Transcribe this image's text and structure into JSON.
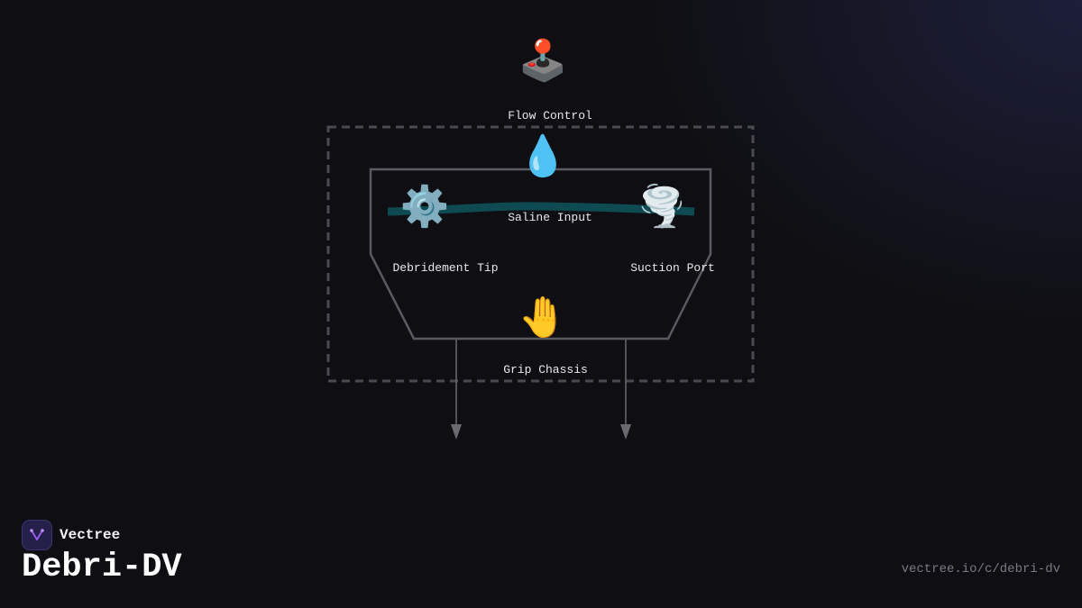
{
  "diagram": {
    "nodes": [
      {
        "id": "flow-control",
        "label": "Flow Control",
        "icon": "joystick-icon",
        "glyph": "🕹️"
      },
      {
        "id": "saline-input",
        "label": "Saline Input",
        "icon": "droplet-icon",
        "glyph": "💧"
      },
      {
        "id": "debridement-tip",
        "label": "Debridement Tip",
        "icon": "gear-icon",
        "glyph": "⚙️"
      },
      {
        "id": "suction-port",
        "label": "Suction Port",
        "icon": "tornado-icon",
        "glyph": "🌪️"
      },
      {
        "id": "grip-chassis",
        "label": "Grip Chassis",
        "icon": "raised-hand-icon",
        "glyph": "🤚"
      }
    ],
    "colors": {
      "background": "#0f0f13",
      "outline": "#5a5a60",
      "dashed_border": "#4a4a50",
      "channel": "#0e4a52",
      "arrow": "#6a6a70"
    }
  },
  "branding": {
    "company": "Vectree",
    "product": "Debri-DV",
    "url": "vectree.io/c/debri-dv",
    "logo_icon": "vectree-logo-icon",
    "accent": "#9b5cf5"
  }
}
